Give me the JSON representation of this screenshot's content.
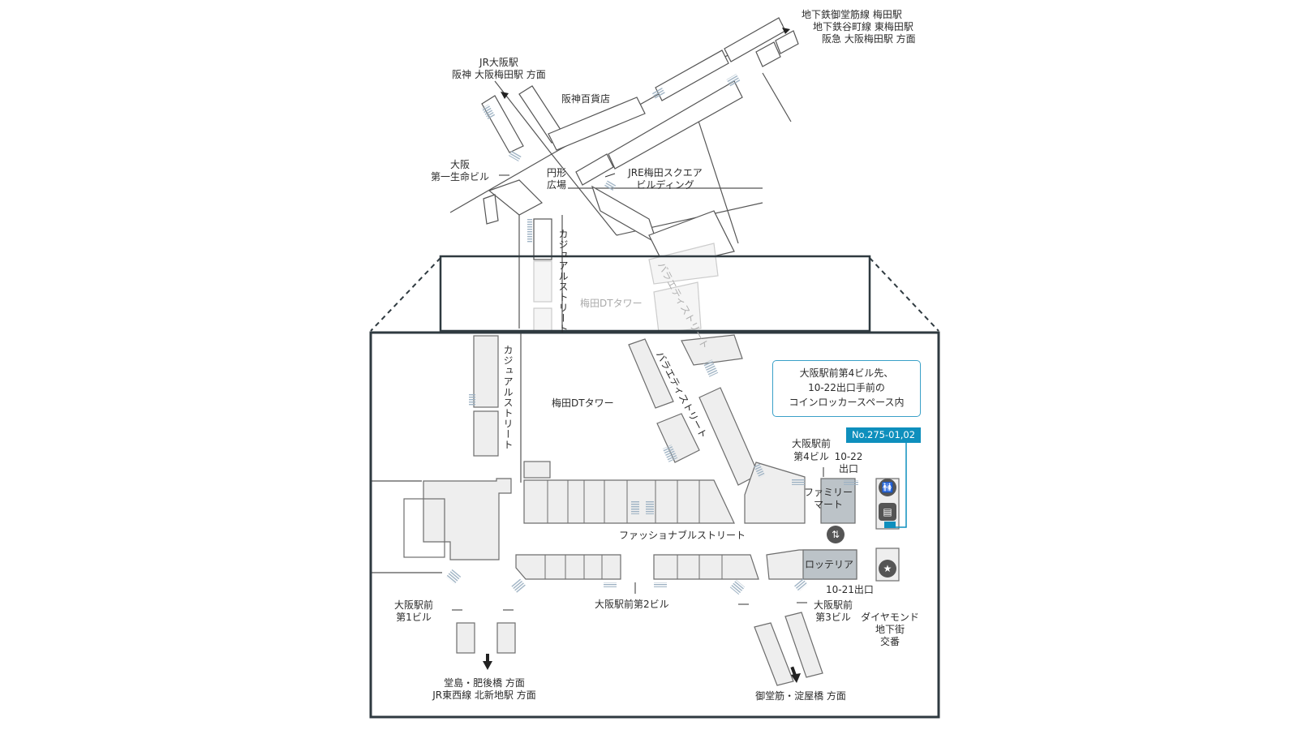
{
  "directions": {
    "north_east": [
      "地下鉄御堂筋線 梅田駅",
      "地下鉄谷町線 東梅田駅",
      "阪急 大阪梅田駅 方面"
    ],
    "north_west": [
      "JR大阪駅",
      "阪神 大阪梅田駅 方面"
    ],
    "south_west": [
      "堂島・肥後橋 方面",
      "JR東西線 北新地駅 方面"
    ],
    "south_east": "御堂筋・淀屋橋 方面"
  },
  "upper_map": {
    "hanshin": "阪神百貨店",
    "daiichi_seimei": [
      "大阪",
      "第一生命ビル"
    ],
    "circle_plaza": [
      "円形",
      "広場"
    ],
    "jre": [
      "JRE梅田スクエア",
      "ビルディング"
    ],
    "casual_street": "カジュアルストリート",
    "variety_street": "バラエティストリート",
    "dt_tower": "梅田DTタワー"
  },
  "lower_map": {
    "casual_street": "カジュアルストリート",
    "variety_street": "バラエティストリート",
    "dt_tower": "梅田DTタワー",
    "fashionable_street": "ファッショナブルストリート",
    "bldg4": [
      "大阪駅前",
      "第4ビル"
    ],
    "exit_10_22": [
      "10-22",
      "出口"
    ],
    "family_mart": [
      "ファミリー",
      "マート"
    ],
    "lotteria": "ロッテリア",
    "exit_10_21": "10-21出口",
    "bldg1": [
      "大阪駅前",
      "第1ビル"
    ],
    "bldg2": "大阪駅前第2ビル",
    "bldg3": [
      "大阪駅前",
      "第3ビル"
    ],
    "police_box": [
      "ダイヤモンド",
      "地下街",
      "交番"
    ]
  },
  "callout": {
    "lines": [
      "大阪駅前第4ビル先、",
      "10-22出口手前の",
      "コインロッカースペース内"
    ],
    "locker_id": "No.275-01,02"
  },
  "icons": {
    "restroom": "restroom-icon",
    "elevator": "elevator-icon",
    "locker": "locker-icon",
    "police": "police-icon"
  },
  "colors": {
    "frame": "#2f3a40",
    "building_fill": "#eeeeee",
    "building_stroke": "#6d6d6d",
    "shop_fill": "#bcc3c8",
    "accent": "#0e8fbd",
    "stairs": "#9fb3c4"
  }
}
